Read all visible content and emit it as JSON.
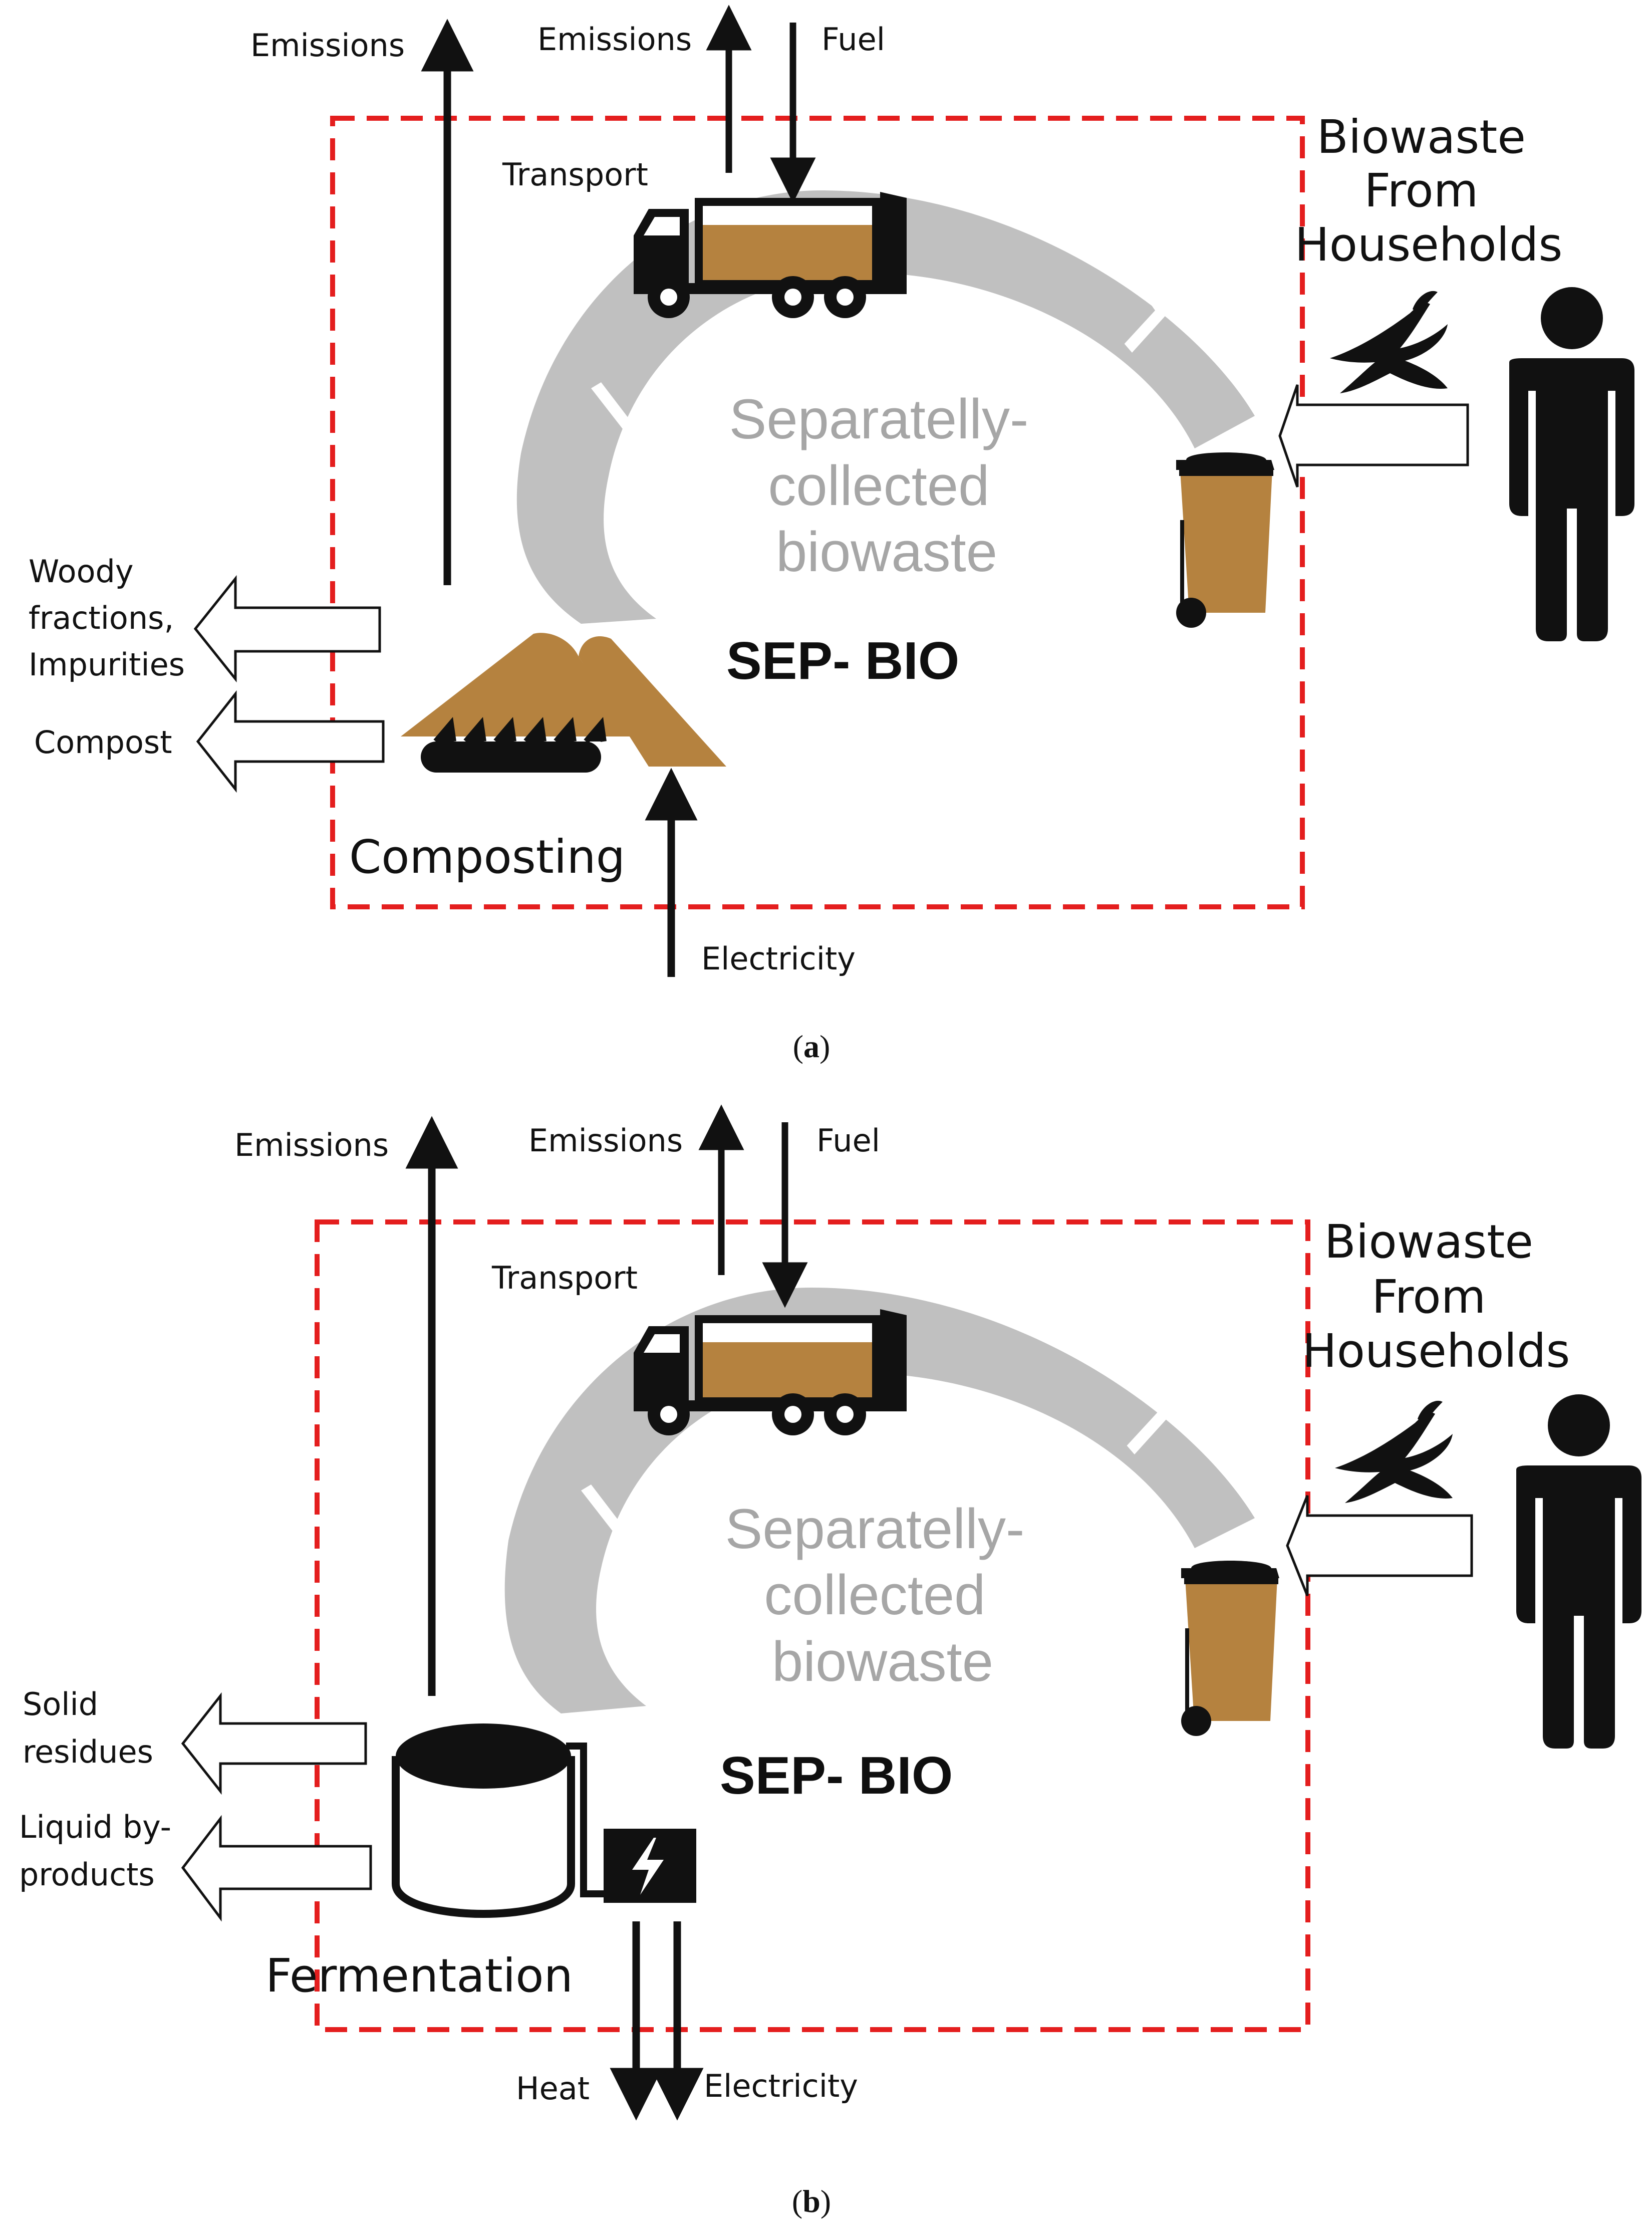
{
  "colors": {
    "boundary": "#e41e1e",
    "arc": "#c0c0c0",
    "waste_brown": "#b5823f",
    "icon_black": "#111111",
    "label_grey": "#a6a6a6"
  },
  "panels": [
    {
      "id": "a",
      "caption_prefix": "(",
      "caption_letter": "a",
      "caption_suffix": ")",
      "emissions_process": "Emissions",
      "emissions_transport": "Emissions",
      "fuel": "Fuel",
      "transport": "Transport",
      "source_lines": [
        "Biowaste",
        "From",
        "Households"
      ],
      "center_lines": [
        "Separatelly-",
        "collected",
        "biowaste"
      ],
      "system": "SEP- BIO",
      "process": "Composting",
      "output_1_lines": [
        "Woody",
        "fractions,",
        "Impurities"
      ],
      "output_2_lines": [
        "Compost"
      ],
      "input_bottom": "Electricity",
      "icons": [
        "truck-icon",
        "banana-peel-icon",
        "person-icon",
        "bin-icon",
        "compost-pile-icon"
      ]
    },
    {
      "id": "b",
      "caption_prefix": "(",
      "caption_letter": "b",
      "caption_suffix": ")",
      "emissions_process": "Emissions",
      "emissions_transport": "Emissions",
      "fuel": "Fuel",
      "transport": "Transport",
      "source_lines": [
        "Biowaste",
        "From",
        "Households"
      ],
      "center_lines": [
        "Separatelly-",
        "collected",
        "biowaste"
      ],
      "system": "SEP- BIO",
      "process": "Fermentation",
      "output_1_lines": [
        "Solid",
        "residues"
      ],
      "output_2_lines": [
        "Liquid by-",
        "products"
      ],
      "output_bottom_1": "Heat",
      "output_bottom_2": "Electricity",
      "icons": [
        "truck-icon",
        "banana-peel-icon",
        "person-icon",
        "bin-icon",
        "digester-tank-icon",
        "generator-icon"
      ]
    }
  ]
}
